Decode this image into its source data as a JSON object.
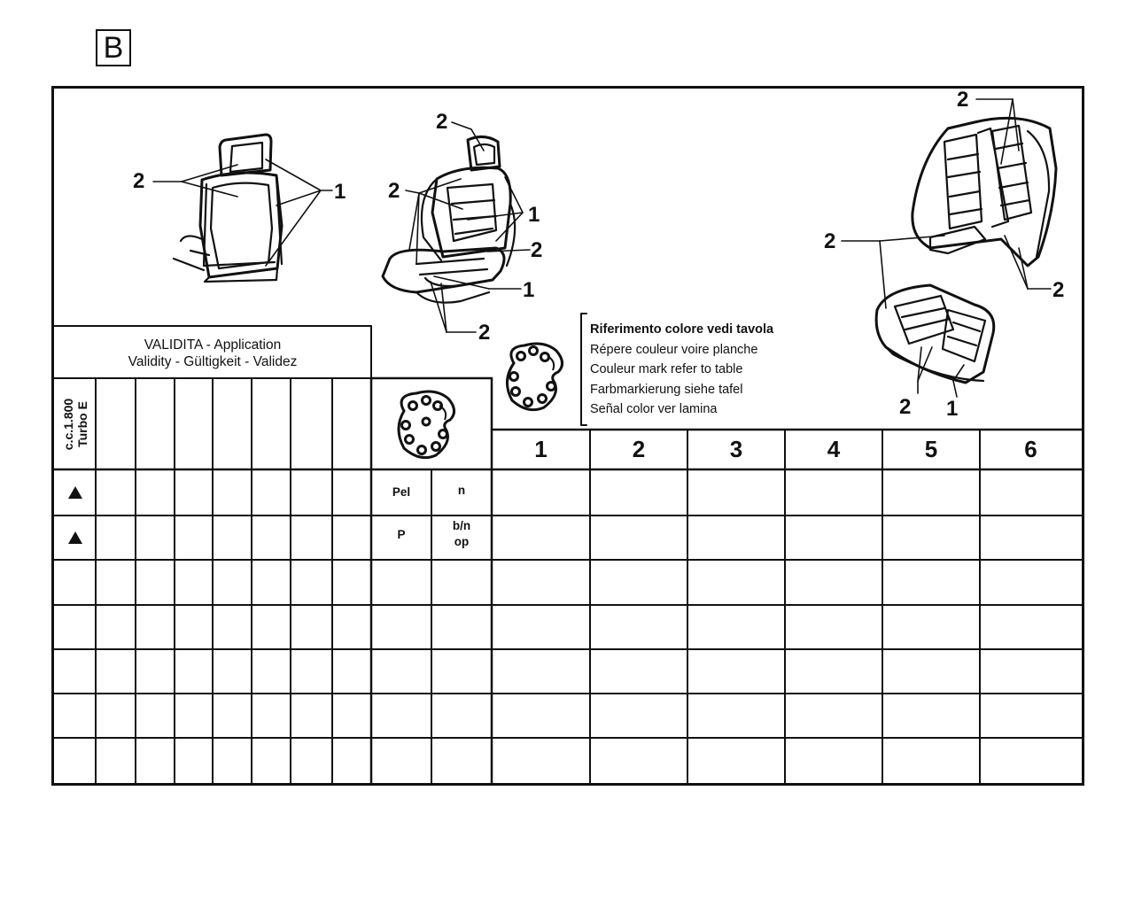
{
  "section": {
    "letter": "B"
  },
  "callouts": {
    "front_seat": [
      "2",
      "1"
    ],
    "sport_seat": [
      "2",
      "2",
      "1",
      "2",
      "1",
      "2"
    ],
    "rear_seat": [
      "2",
      "2",
      "2",
      "2",
      "1"
    ]
  },
  "legend": {
    "lines": [
      "Riferimento colore vedi tavola",
      "Répere couleur voire planche",
      "Couleur mark refer to table",
      "Farbmarkierung siehe tafel",
      "Señal color ver lamina"
    ]
  },
  "validity": {
    "title_line1": "VALIDITA - Application",
    "title_line2": "Validity - Gültigkeit - Validez",
    "column1_line1": "c.c.1.800",
    "column1_line2": "Turbo E"
  },
  "color_columns": [
    "1",
    "2",
    "3",
    "4",
    "5",
    "6"
  ],
  "rows": [
    {
      "marker": "▲",
      "code_a": "Pel",
      "code_b": "n"
    },
    {
      "marker": "▲",
      "code_a": "P",
      "code_b_line1": "b/n",
      "code_b_line2": "op"
    }
  ],
  "icons": [
    "paint-palette-icon",
    "up-triangle-icon"
  ]
}
